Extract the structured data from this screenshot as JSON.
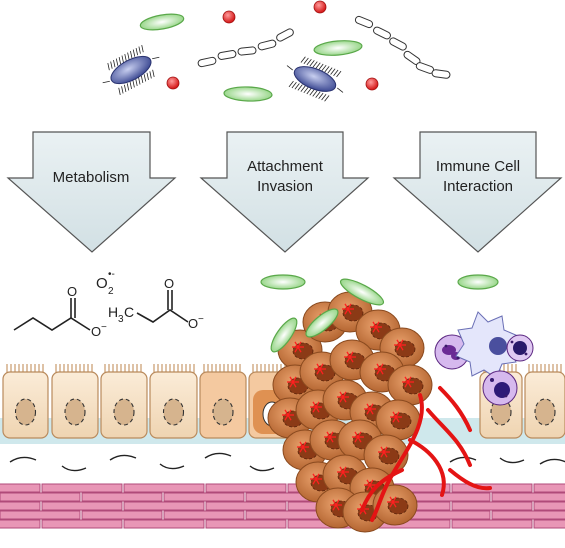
{
  "arrows": [
    {
      "id": "metabolism",
      "lines": [
        "Metabolism"
      ]
    },
    {
      "id": "attachment-invasion",
      "lines": [
        "Attachment",
        "Invasion"
      ]
    },
    {
      "id": "immune-cell-interaction",
      "lines": [
        "Immune Cell",
        "Interaction"
      ]
    }
  ],
  "chemistry": {
    "superoxide": {
      "base": "O",
      "sub": "2",
      "sup": "•-"
    },
    "ch3_group": {
      "h": "H",
      "sub": "3",
      "c": "C"
    },
    "oxygen": "O",
    "oxygen_minus": "O",
    "minus_sign": "−"
  },
  "colors": {
    "arrow_fill": "#dfe9ec",
    "epithelium": "#f6e3c8",
    "basement": "#cfe8ec",
    "muscle": "#e27fa6",
    "tumor": "#c0703d",
    "vessel": "#e41414",
    "green_bacteria": "#9fd98f",
    "blue_bacteria": "#4c5aa0",
    "red_dot": "#e63030",
    "immune_purple": "#7a3aa8"
  }
}
